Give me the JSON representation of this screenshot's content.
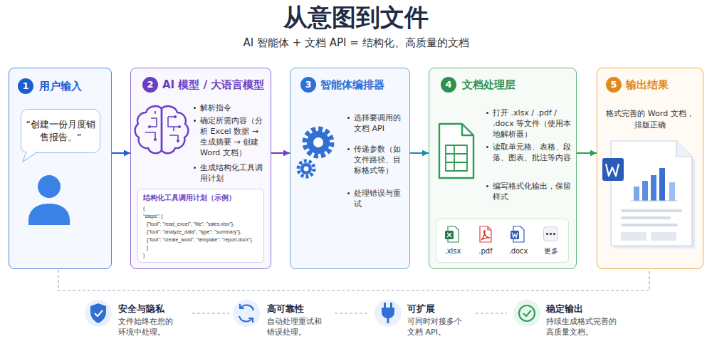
{
  "diagram": {
    "title": "从意图到文件",
    "nodes": [
      {
        "text": [
          "1",
          "用户输入"
        ]
      },
      {
        "text": [
          "“创建一份月度销售报告。”"
        ],
        "in": 0
      },
      {
        "text": [
          "2",
          "AI 模型 / 大语言模型",
          "解析指令",
          "确定所需内容（分析 Excel 数据 → 生成摘要 → 创建 Word 文档）",
          "生成结构化工具调用计划"
        ]
      },
      {
        "text": [
          "结构化工具调用计划（示例）",
          "{",
          "\"steps\": [",
          "{\"tool\": \"read_excel\", \"file\": \"sales.xlsx\"},",
          "{\"tool\": \"analyze_data\", \"type\": \"summary\"},",
          "{\"tool\": \"create_word\", \"template\": \"report.docx\"}",
          "]",
          "}"
        ],
        "in": 2
      },
      {
        "text": [
          "3",
          "智能体编排器",
          "选择要调用的文档 API",
          "传递参数（如文件路径、目标格式等）",
          "处理错误与重试"
        ]
      },
      {
        "text": [
          "4",
          "文档处理层",
          "打开 .xlsx / .pdf / .docx 等文件（使用本地解析器）",
          "读取单元格、表格、段落、图表、批注等内容",
          "编写格式化输出，保留样式"
        ]
      },
      {
        "text": [
          ".xlsx",
          ".pdf",
          ".docx",
          "更多"
        ],
        "in": 5
      },
      {
        "text": [
          "5",
          "输出结果",
          "格式完善的 Word 文档，排版正确"
        ]
      }
    ],
    "edges": [
      {
        "from": 0,
        "to": 2,
        "arrow": "to"
      },
      {
        "from": 2,
        "to": 4,
        "arrow": "to"
      },
      {
        "from": 4,
        "to": 5,
        "arrow": "to"
      },
      {
        "from": 5,
        "to": 7,
        "arrow": "to"
      }
    ],
    "labels": [
      "AI 智能体 + 文档 API = 结构化、高质量的文档",
      "安全与隐私",
      "文件始终在您的环境中处理。",
      "高可靠性",
      "自动处理重试和错误处理。",
      "可扩展",
      "可同时对接多个文档 API。",
      "稳定输出",
      "持续生成格式完善的高质量文档。"
    ]
  }
}
